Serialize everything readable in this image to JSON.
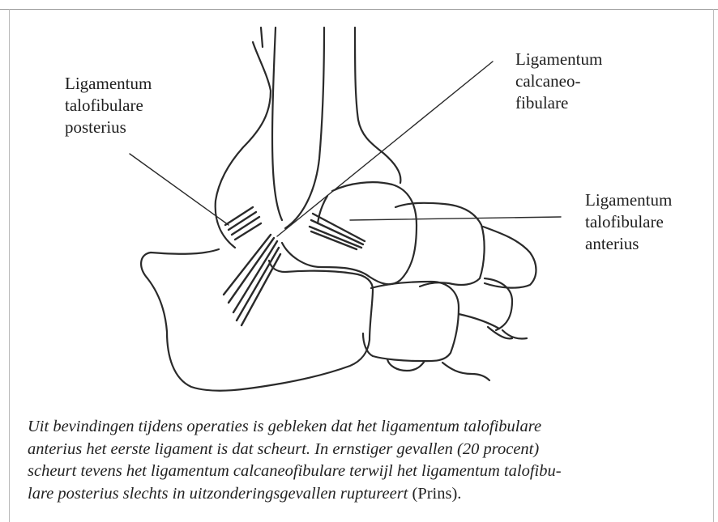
{
  "labels": {
    "posterius": [
      "Ligamentum",
      "talofibulare",
      "posterius"
    ],
    "calcaneo": [
      "Ligamentum",
      "calcaneo-",
      "fibulare"
    ],
    "anterius": [
      "Ligamentum",
      "talofibulare",
      "anterius"
    ]
  },
  "caption": {
    "line1": "Uit bevindingen tijdens operaties is gebleken dat het ligamentum talofibulare",
    "line2": "anterius het eerste ligament is dat scheurt. In ernstiger gevallen (20 procent)",
    "line3": "scheurt tevens het ligamentum calcaneofibulare terwijl het ligamentum talofibu-",
    "line4": "lare posterius slechts in uitzonderingsgevallen ruptureert",
    "source": "(Prins)."
  }
}
